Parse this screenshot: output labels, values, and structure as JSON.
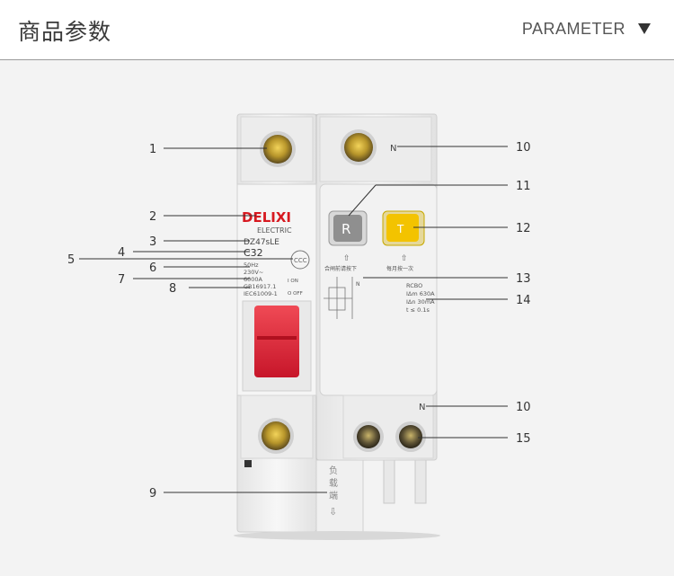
{
  "header": {
    "title_cn": "商品参数",
    "title_en": "PARAMETER"
  },
  "product": {
    "brand": "DELIXI",
    "brand_sub": "ELECTRIC",
    "model": "DZ47sLE",
    "rating": "C32",
    "spec_lines": [
      "50Hz",
      "230V~",
      "6000A",
      "GB16917.1",
      "IEC61009-1"
    ],
    "on_label": "I ON",
    "off_label": "O OFF",
    "n_label": "N",
    "reset_button": "R",
    "test_button": "T",
    "reset_caption": "合闸前请按下",
    "test_caption": "每月按一次",
    "rcbo_lines": [
      "RCBO",
      "IΔm 630A",
      "IΔn 30mA",
      "t ≤ 0.1s"
    ],
    "load_label": [
      "负",
      "载",
      "端"
    ]
  },
  "callouts": [
    "1",
    "2",
    "3",
    "4",
    "5",
    "6",
    "7",
    "8",
    "9",
    "10",
    "11",
    "12",
    "13",
    "14",
    "10",
    "15"
  ],
  "colors": {
    "handle": "#e02234",
    "brand": "#d71920",
    "test_button": "#f3c300"
  }
}
